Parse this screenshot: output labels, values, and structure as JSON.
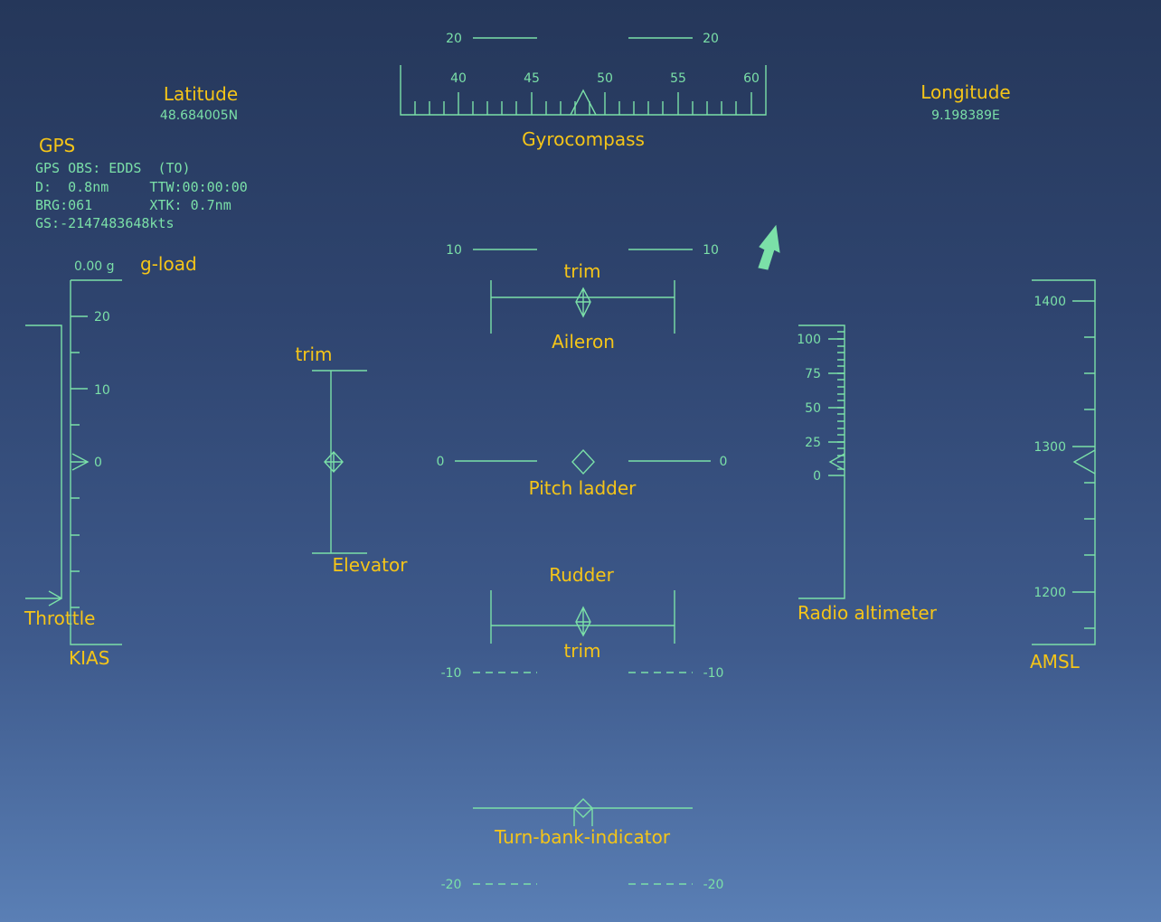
{
  "labels": {
    "latitude": "Latitude",
    "longitude": "Longitude",
    "gps": "GPS",
    "gyrocompass": "Gyrocompass",
    "g_load": "g-load",
    "trim_aileron": "trim",
    "aileron": "Aileron",
    "trim_elevator": "trim",
    "elevator": "Elevator",
    "pitch_ladder": "Pitch ladder",
    "rudder": "Rudder",
    "trim_rudder": "trim",
    "throttle": "Throttle",
    "kias": "KIAS",
    "radio_altimeter": "Radio altimeter",
    "amsl": "AMSL",
    "turn_bank": "Turn-bank-indicator"
  },
  "values": {
    "latitude": "48.684005N",
    "longitude": "9.198389E",
    "g_load": "0.00 g"
  },
  "gps": {
    "line1": "GPS OBS: EDDS  (TO)",
    "line2": "D:  0.8nm     TTW:00:00:00",
    "line3": "BRG:061       XTK: 0.7nm",
    "line4": "GS:-2147483648kts"
  },
  "pitch_ladder": {
    "p20": "20",
    "p10": "10",
    "p0": "0",
    "m10": "-10",
    "m20": "-20"
  },
  "compass": {
    "ticks": [
      "40",
      "45",
      "50",
      "55",
      "60"
    ],
    "heading": 48.5
  },
  "speed_tape": {
    "ticks": [
      "20",
      "10",
      "0"
    ],
    "value": 0
  },
  "radio_alt": {
    "ticks": [
      "100",
      "75",
      "50",
      "25",
      "0"
    ],
    "value": 0
  },
  "amsl_tape": {
    "ticks": [
      "1400",
      "1300",
      "1200"
    ],
    "value": 1290
  },
  "colors": {
    "hud": "#7be0a8",
    "label": "#f5c518",
    "sky_top": "#25375a",
    "sky_bottom": "#5a7fb5"
  },
  "icons": {
    "velocity_vector": "arrow-up-icon"
  }
}
